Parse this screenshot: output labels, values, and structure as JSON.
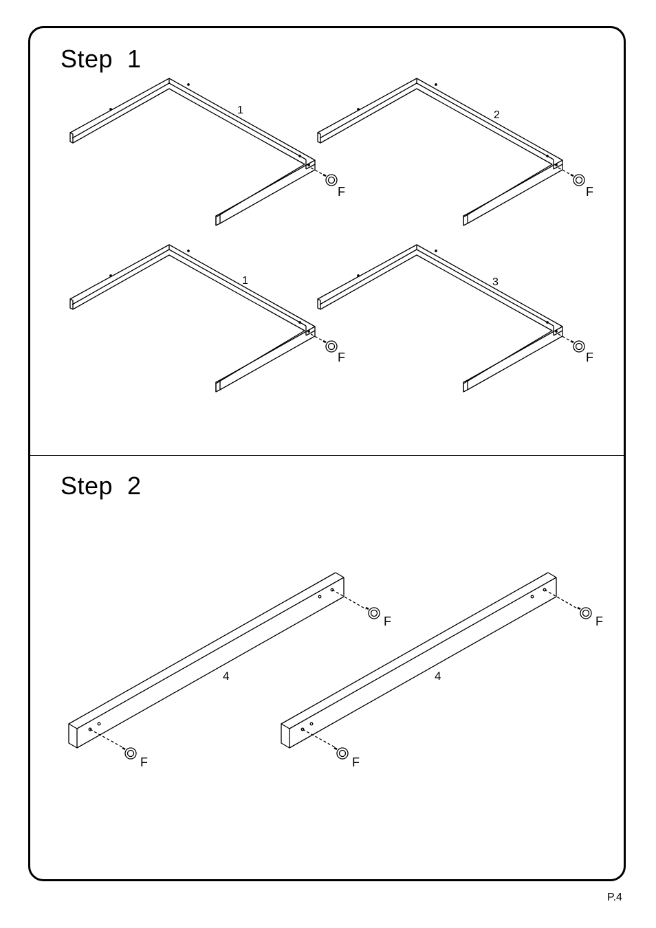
{
  "steps": [
    {
      "title": "Step  1",
      "frames": [
        {
          "part": "1",
          "fastener": "F"
        },
        {
          "part": "2",
          "fastener": "F"
        },
        {
          "part": "1",
          "fastener": "F"
        },
        {
          "part": "3",
          "fastener": "F"
        }
      ]
    },
    {
      "title": "Step  2",
      "rails": [
        {
          "part": "4",
          "fastener": "F"
        },
        {
          "part": "4",
          "fastener": "F"
        }
      ]
    }
  ],
  "page_number": "P.4"
}
